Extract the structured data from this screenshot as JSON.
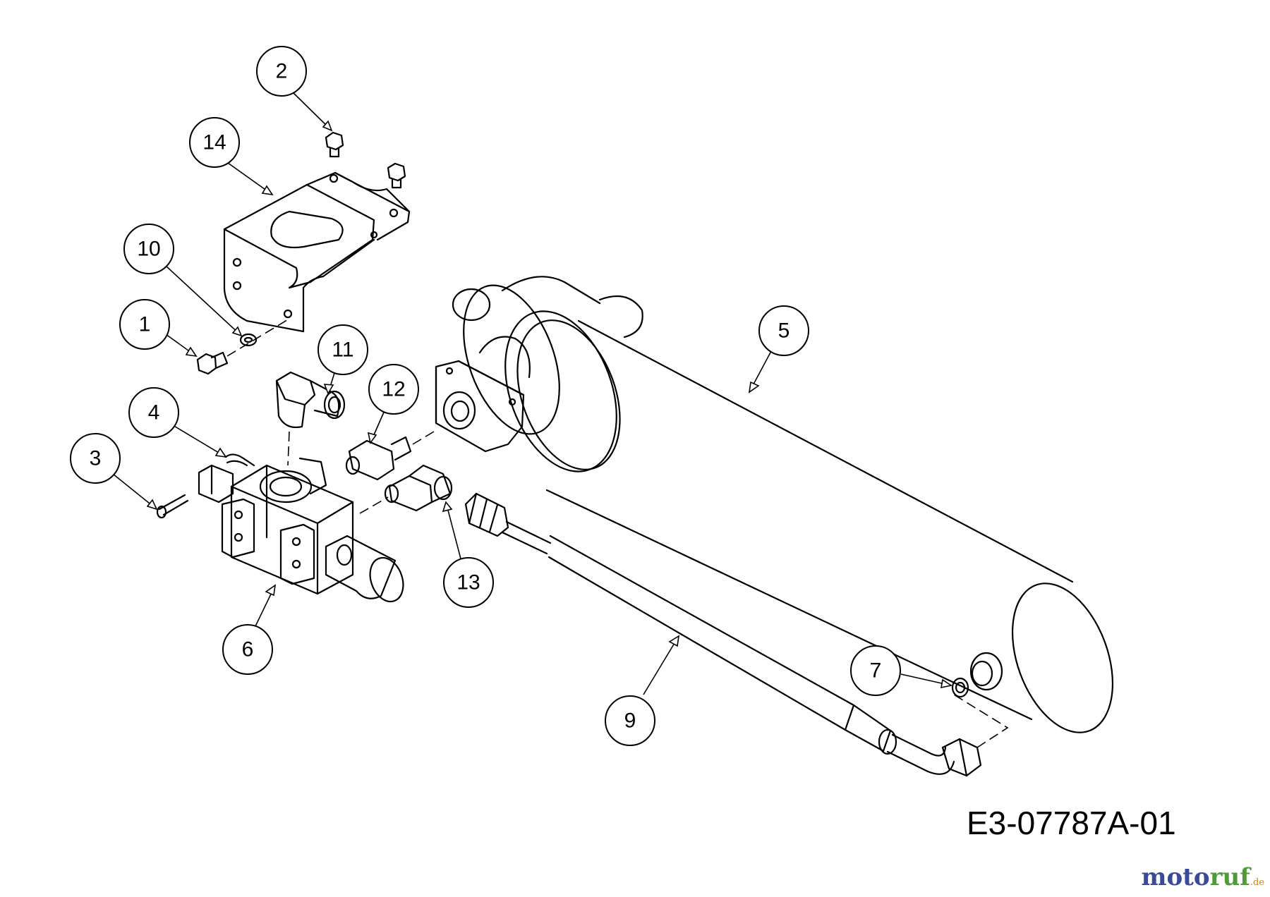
{
  "diagram": {
    "drawing_code": "E3-07787A-01",
    "callouts": [
      {
        "id": "callout-1",
        "label": "1"
      },
      {
        "id": "callout-2",
        "label": "2"
      },
      {
        "id": "callout-3",
        "label": "3"
      },
      {
        "id": "callout-4",
        "label": "4"
      },
      {
        "id": "callout-5",
        "label": "5"
      },
      {
        "id": "callout-6",
        "label": "6"
      },
      {
        "id": "callout-7",
        "label": "7"
      },
      {
        "id": "callout-9",
        "label": "9"
      },
      {
        "id": "callout-10",
        "label": "10"
      },
      {
        "id": "callout-11",
        "label": "11"
      },
      {
        "id": "callout-12",
        "label": "12"
      },
      {
        "id": "callout-13",
        "label": "13"
      },
      {
        "id": "callout-14",
        "label": "14"
      }
    ]
  },
  "watermark": {
    "brand_main": "moto",
    "brand_accent": "ruf",
    "brand_suffix": ".de",
    "colors": {
      "main": "#3a4a9a",
      "accent": "#4f9a3a",
      "suffix": "#d2801a"
    }
  }
}
